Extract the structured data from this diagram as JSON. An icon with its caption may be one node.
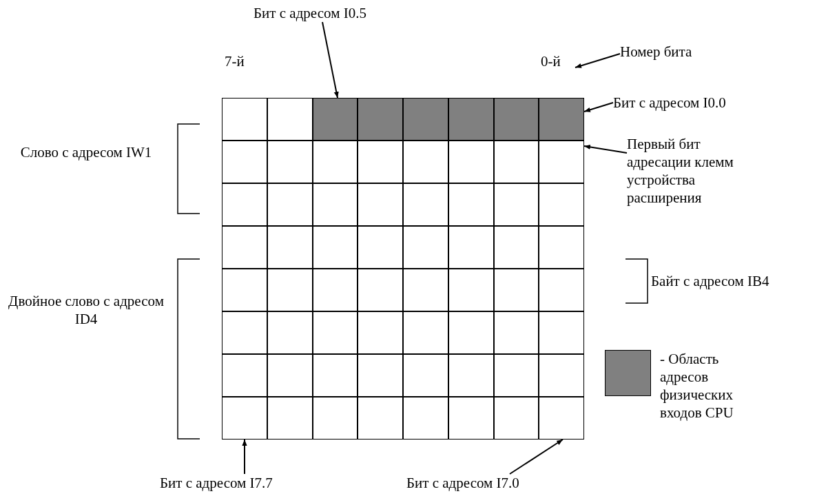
{
  "diagram": {
    "nodes": [
      {
        "text": [
          "Бит с адресом I0.5"
        ]
      },
      {
        "text": [
          "0-й"
        ]
      },
      {
        "text": [
          "Номер бита"
        ]
      },
      {
        "text": [
          "Бит с адресом I0.0"
        ]
      },
      {
        "text": [
          "Первый бит адресации клемм устройства расширения"
        ]
      },
      {
        "text": [],
        "shape": "box"
      },
      {
        "text": [],
        "shape": "box"
      },
      {
        "text": [],
        "shape": "box"
      },
      {
        "text": [],
        "shape": "box"
      },
      {
        "text": [],
        "shape": "box"
      },
      {
        "text": [],
        "shape": "box"
      },
      {
        "text": [],
        "shape": "box"
      },
      {
        "text": [],
        "shape": "box"
      },
      {
        "text": [],
        "shape": "box"
      },
      {
        "text": [],
        "shape": "box"
      },
      {
        "text": [],
        "shape": "box"
      },
      {
        "text": [],
        "shape": "box"
      },
      {
        "text": [],
        "shape": "box"
      },
      {
        "text": [],
        "shape": "box"
      },
      {
        "text": [],
        "shape": "box"
      },
      {
        "text": [],
        "shape": "box"
      },
      {
        "text": [],
        "shape": "box"
      },
      {
        "text": [],
        "shape": "box"
      },
      {
        "text": [],
        "shape": "box"
      },
      {
        "text": [],
        "shape": "box"
      },
      {
        "text": [],
        "shape": "box"
      },
      {
        "text": [],
        "shape": "box"
      },
      {
        "text": [],
        "shape": "box"
      },
      {
        "text": [],
        "shape": "box"
      },
      {
        "text": [],
        "shape": "box"
      },
      {
        "text": [],
        "shape": "box"
      },
      {
        "text": [],
        "shape": "box"
      },
      {
        "text": [],
        "shape": "box"
      },
      {
        "text": [],
        "shape": "box"
      },
      {
        "text": [],
        "shape": "box"
      },
      {
        "text": [],
        "shape": "box"
      },
      {
        "text": [],
        "shape": "box"
      },
      {
        "text": [],
        "shape": "box"
      },
      {
        "text": [],
        "shape": "box"
      },
      {
        "text": [],
        "shape": "box"
      },
      {
        "text": [],
        "shape": "box"
      },
      {
        "text": [],
        "shape": "box"
      },
      {
        "text": [],
        "shape": "box"
      },
      {
        "text": [],
        "shape": "box"
      },
      {
        "text": [],
        "shape": "box"
      },
      {
        "text": [],
        "shape": "box"
      },
      {
        "text": [],
        "shape": "box"
      },
      {
        "text": [],
        "shape": "box"
      },
      {
        "text": [],
        "shape": "box"
      },
      {
        "text": [],
        "shape": "box"
      },
      {
        "text": [],
        "shape": "box"
      },
      {
        "text": [],
        "shape": "box"
      },
      {
        "text": [],
        "shape": "box"
      },
      {
        "text": [],
        "shape": "box"
      },
      {
        "text": [],
        "shape": "box"
      },
      {
        "text": [],
        "shape": "box"
      },
      {
        "text": [],
        "shape": "box"
      },
      {
        "text": [],
        "shape": "box"
      },
      {
        "text": [],
        "shape": "box"
      },
      {
        "text": [],
        "shape": "box"
      },
      {
        "text": [],
        "shape": "box"
      },
      {
        "text": [],
        "shape": "box"
      },
      {
        "text": [],
        "shape": "box"
      },
      {
        "text": [],
        "shape": "box"
      },
      {
        "text": [],
        "shape": "box"
      },
      {
        "text": [],
        "shape": "box"
      },
      {
        "text": [],
        "shape": "box"
      },
      {
        "text": [],
        "shape": "box"
      },
      {
        "text": [],
        "shape": "box"
      },
      {
        "text": [
          "Бит с адресом I7.7"
        ]
      },
      {
        "text": [
          "Бит с адресом I7.0"
        ]
      }
    ],
    "edges": [
      {
        "from": 0,
        "to": 7,
        "arrow": "to"
      },
      {
        "from": 2,
        "to": 1,
        "arrow": "to"
      },
      {
        "from": 3,
        "to": 12,
        "arrow": "to"
      },
      {
        "from": 4,
        "to": 20,
        "arrow": "to"
      },
      {
        "from": 69,
        "to": 61,
        "arrow": "to"
      },
      {
        "from": 70,
        "to": 68,
        "arrow": "to"
      }
    ],
    "labels": [
      "7-й",
      "Слово с адресом IW1",
      "Байт с адресом IB4",
      "Двойное слово с адресом ID4"
    ],
    "legend": [
      {
        "text": "- Область адресов физических входов CPU",
        "color": "#808080"
      }
    ]
  }
}
